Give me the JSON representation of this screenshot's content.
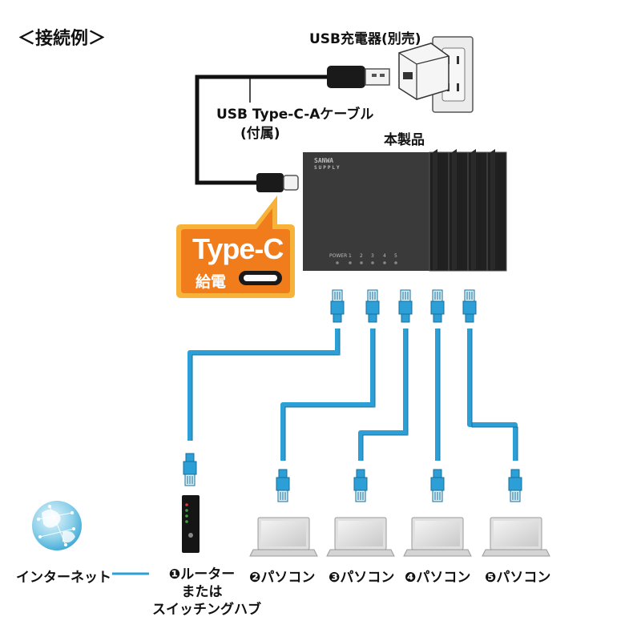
{
  "title": "＜接続例＞",
  "charger_label": "USB充電器(別売)",
  "cable_label_line1": "USB Type-C-Aケーブル",
  "cable_label_line2": "(付属)",
  "product_label": "本製品",
  "badge": {
    "type_c": "Type-C",
    "power": "給電"
  },
  "device_brand": [
    "SANWA",
    "SUPPLY"
  ],
  "device_led_labels": {
    "power": "POWER",
    "ports": [
      "1",
      "2",
      "3",
      "4",
      "5"
    ]
  },
  "internet_label": "インターネット",
  "router_label_lines": [
    "❶ルーター",
    "または",
    "スイッチングハブ"
  ],
  "pc_labels": [
    "❷パソコン",
    "❸パソコン",
    "❹パソコン",
    "❺パソコン"
  ],
  "colors": {
    "lan_cable": "#2b9fd6",
    "badge_orange": "#f07c1b",
    "badge_border": "#f7b239",
    "device_body": "#333333",
    "internet_line": "#2b9fd6"
  },
  "icons": [
    "usb-a-plug-icon",
    "usb-c-plug-icon",
    "usb-charger-icon",
    "wall-outlet-icon",
    "globe-icon",
    "router-icon",
    "laptop-icon",
    "rj45-plug-icon"
  ]
}
